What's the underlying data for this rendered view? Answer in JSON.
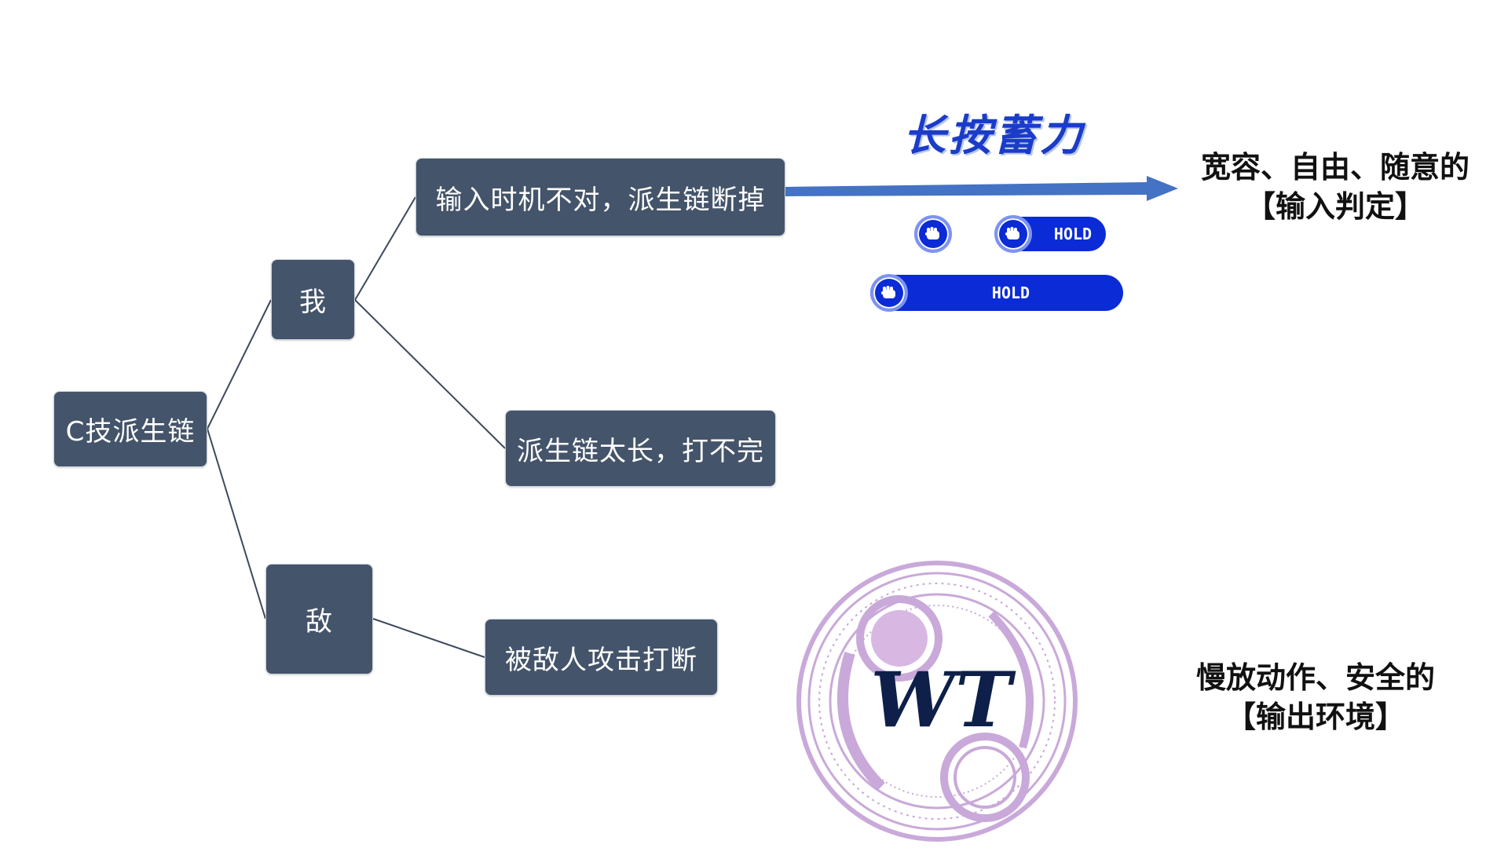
{
  "diagram": {
    "root": "C技派生链",
    "branch_me": "我",
    "branch_enemy": "敌",
    "leaf_timing": "输入时机不对，派生链断掉",
    "leaf_too_long": "派生链太长，打不完",
    "leaf_interrupted": "被敌人攻击打断"
  },
  "annotations": {
    "hold_title": "长按蓄力",
    "top_note_line1": "宽容、自由、随意的",
    "top_note_line2": "【输入判定】",
    "bottom_note_line1": "慢放动作、安全的",
    "bottom_note_line2": "【输出环境】"
  },
  "hold_ui": {
    "short_label": "HOLD",
    "long_label": "HOLD",
    "icon": "fist-icon"
  },
  "emblem": {
    "text": "WT",
    "icon": "magic-circle-icon"
  },
  "colors": {
    "node_fill": "#44546a",
    "arrow": "#4472c4",
    "hold_blue": "#0b2bd6",
    "emblem_purple": "#c9a9d9"
  }
}
